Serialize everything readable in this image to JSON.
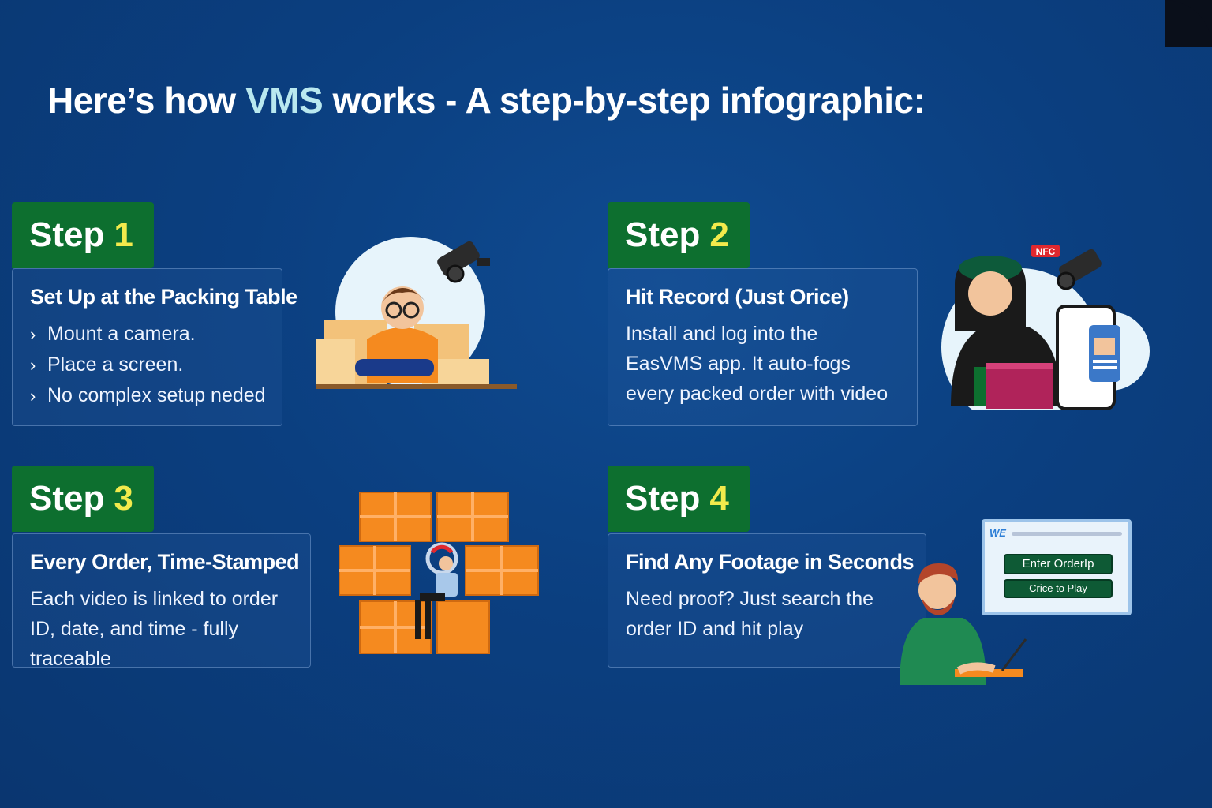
{
  "title": {
    "prefix": "Here’s how",
    "accent": "VMS",
    "suffix": "works - A step-by-step infographic:"
  },
  "steps": [
    {
      "badge_word": "Step",
      "badge_num": "1",
      "heading": "Set Up at the Packing Table",
      "bullets": [
        "Mount a camera.",
        "Place a screen.",
        "No complex setup neded"
      ]
    },
    {
      "badge_word": "Step",
      "badge_num": "2",
      "heading": "Hit Record (Just Orice)",
      "body": "Install and log into the EasVMS app. It auto-fogs every packed order with video",
      "nfc_tag": "NFC"
    },
    {
      "badge_word": "Step",
      "badge_num": "3",
      "heading": "Every Order, Time-Stamped",
      "body": "Each video is linked to order ID, date, and time - fully traceable"
    },
    {
      "badge_word": "Step",
      "badge_num": "4",
      "heading": "Find Any Footage in Seconds",
      "body": "Need proof? Just search the order ID and hit play",
      "screen_logo": "WE",
      "screen_button_1": "Enter OrderIp",
      "screen_button_2": "Crice to Play"
    }
  ],
  "colors": {
    "background": "#0b3f80",
    "badge_green": "#0d6f2f",
    "step_number": "#f2ea4c",
    "title_accent": "#b9e8ef",
    "box_orange": "#f58a1f"
  },
  "icons": [
    "security-camera-icon",
    "chevron-right-icon",
    "package-box-icon",
    "smartphone-icon"
  ]
}
